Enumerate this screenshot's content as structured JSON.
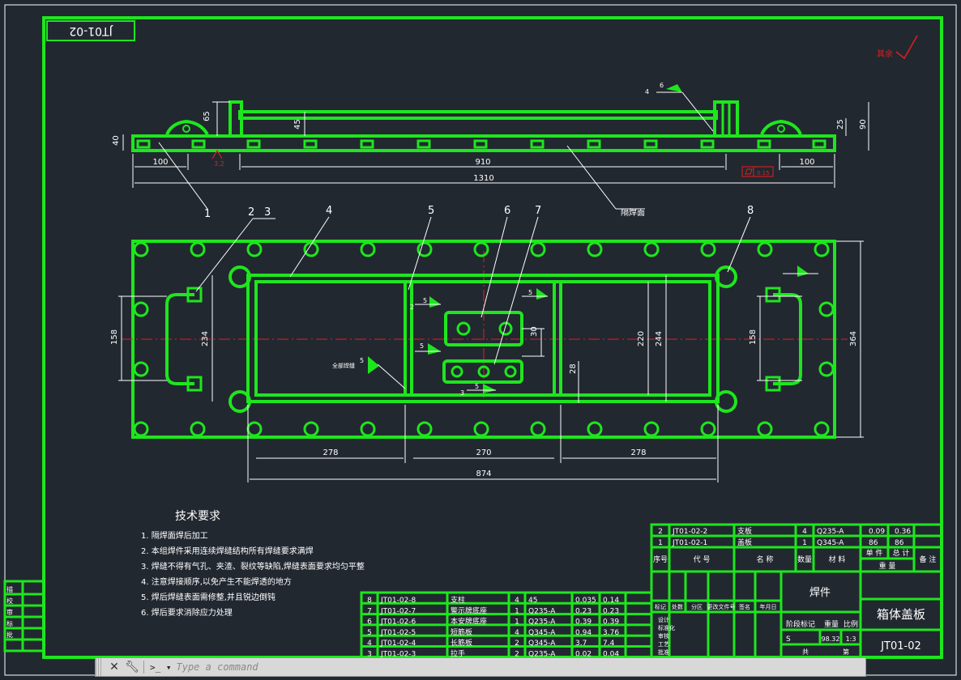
{
  "drawing": {
    "code_tag": "JT01-02",
    "surface_mark": "其余",
    "weld_surface_label": "隔焊面",
    "roughness_value": "3.2",
    "flatness_value": "0.15",
    "weld_note_full": "全部焊缝",
    "weld_sizes": [
      "6",
      "5",
      "5",
      "5",
      "5",
      "5"
    ],
    "weld_counts": [
      "4",
      "2",
      "3"
    ]
  },
  "dimensions": {
    "top": [
      "65",
      "45",
      "40",
      "25",
      "90",
      "100",
      "910",
      "100",
      "1310"
    ],
    "plan_left": [
      "158",
      "234"
    ],
    "plan_right": [
      "220",
      "244",
      "158",
      "364"
    ],
    "plan_mid": [
      "30",
      "28"
    ],
    "plan_bottom": [
      "278",
      "270",
      "278",
      "874"
    ]
  },
  "balloons": [
    "1",
    "2",
    "3",
    "4",
    "5",
    "6",
    "7",
    "8"
  ],
  "tech_requirements": {
    "title": "技术要求",
    "items": [
      "1. 隔焊面焊后加工",
      "2. 本组焊件采用连续焊缝结构所有焊缝要求满焊",
      "3. 焊缝不得有气孔、夹渣、裂纹等缺陷,焊缝表面要求均匀平整",
      "4. 注意焊接顺序,以免产生不能焊透的地方",
      "5. 焊后焊缝表面需修整,并且锐边倒钝",
      "6. 焊后要求消除应力处理"
    ]
  },
  "bom": {
    "upper_rows": [
      [
        "2",
        "JT01-02-2",
        "支板",
        "4",
        "Q235-A",
        "0.09",
        "0.36",
        ""
      ],
      [
        "1",
        "JT01-02-1",
        "盖板",
        "1",
        "Q345-A",
        "86",
        "86",
        ""
      ]
    ],
    "headers": [
      "序号",
      "代 号",
      "名 称",
      "数量",
      "材 料",
      "单 件",
      "总 计",
      "备 注"
    ],
    "weight_header": "重 量",
    "lower_rows": [
      [
        "8",
        "JT01-02-8",
        "支柱",
        "4",
        "45",
        "0.035",
        "0.14"
      ],
      [
        "7",
        "JT01-02-7",
        "警示牌底座",
        "1",
        "Q235-A",
        "0.23",
        "0.23"
      ],
      [
        "6",
        "JT01-02-6",
        "本安牌底座",
        "1",
        "Q235-A",
        "0.39",
        "0.39"
      ],
      [
        "5",
        "JT01-02-5",
        "短筋板",
        "4",
        "Q345-A",
        "0.94",
        "3.76"
      ],
      [
        "4",
        "JT01-02-4",
        "长筋板",
        "2",
        "Q345-A",
        "3.7",
        "7.4"
      ],
      [
        "3",
        "JT01-02-3",
        "拉手",
        "2",
        "Q235-A",
        "0.02",
        "0.04"
      ]
    ]
  },
  "title_block": {
    "part_type": "焊件",
    "part_name": "箱体盖板",
    "drawing_no": "JT01-02",
    "stage_label": "阶段标记",
    "weight_label": "重量",
    "scale_label": "比例",
    "stage_mark": "S",
    "weight_value": "98.32",
    "scale_value": "1:3",
    "sheets_total": "共",
    "sheet_no": "第",
    "labels_left": [
      "描",
      "校",
      "审",
      "标",
      "批"
    ],
    "labels_mid": [
      "标记",
      "处数",
      "分区",
      "更改文件号",
      "签名",
      "年月日"
    ],
    "labels_rows": [
      "设计",
      "标准化",
      "审核",
      "工艺",
      "批准"
    ]
  },
  "cmdline": {
    "placeholder": "Type a command",
    "close_icon": "close-icon",
    "settings_icon": "wrench-icon",
    "prompt_icon": "prompt-icon"
  },
  "colors": {
    "background": "#222830",
    "geometry": "#1ee61e",
    "centerline": "#e02020",
    "dimension": "#ffffff",
    "text": "#ffffff"
  }
}
